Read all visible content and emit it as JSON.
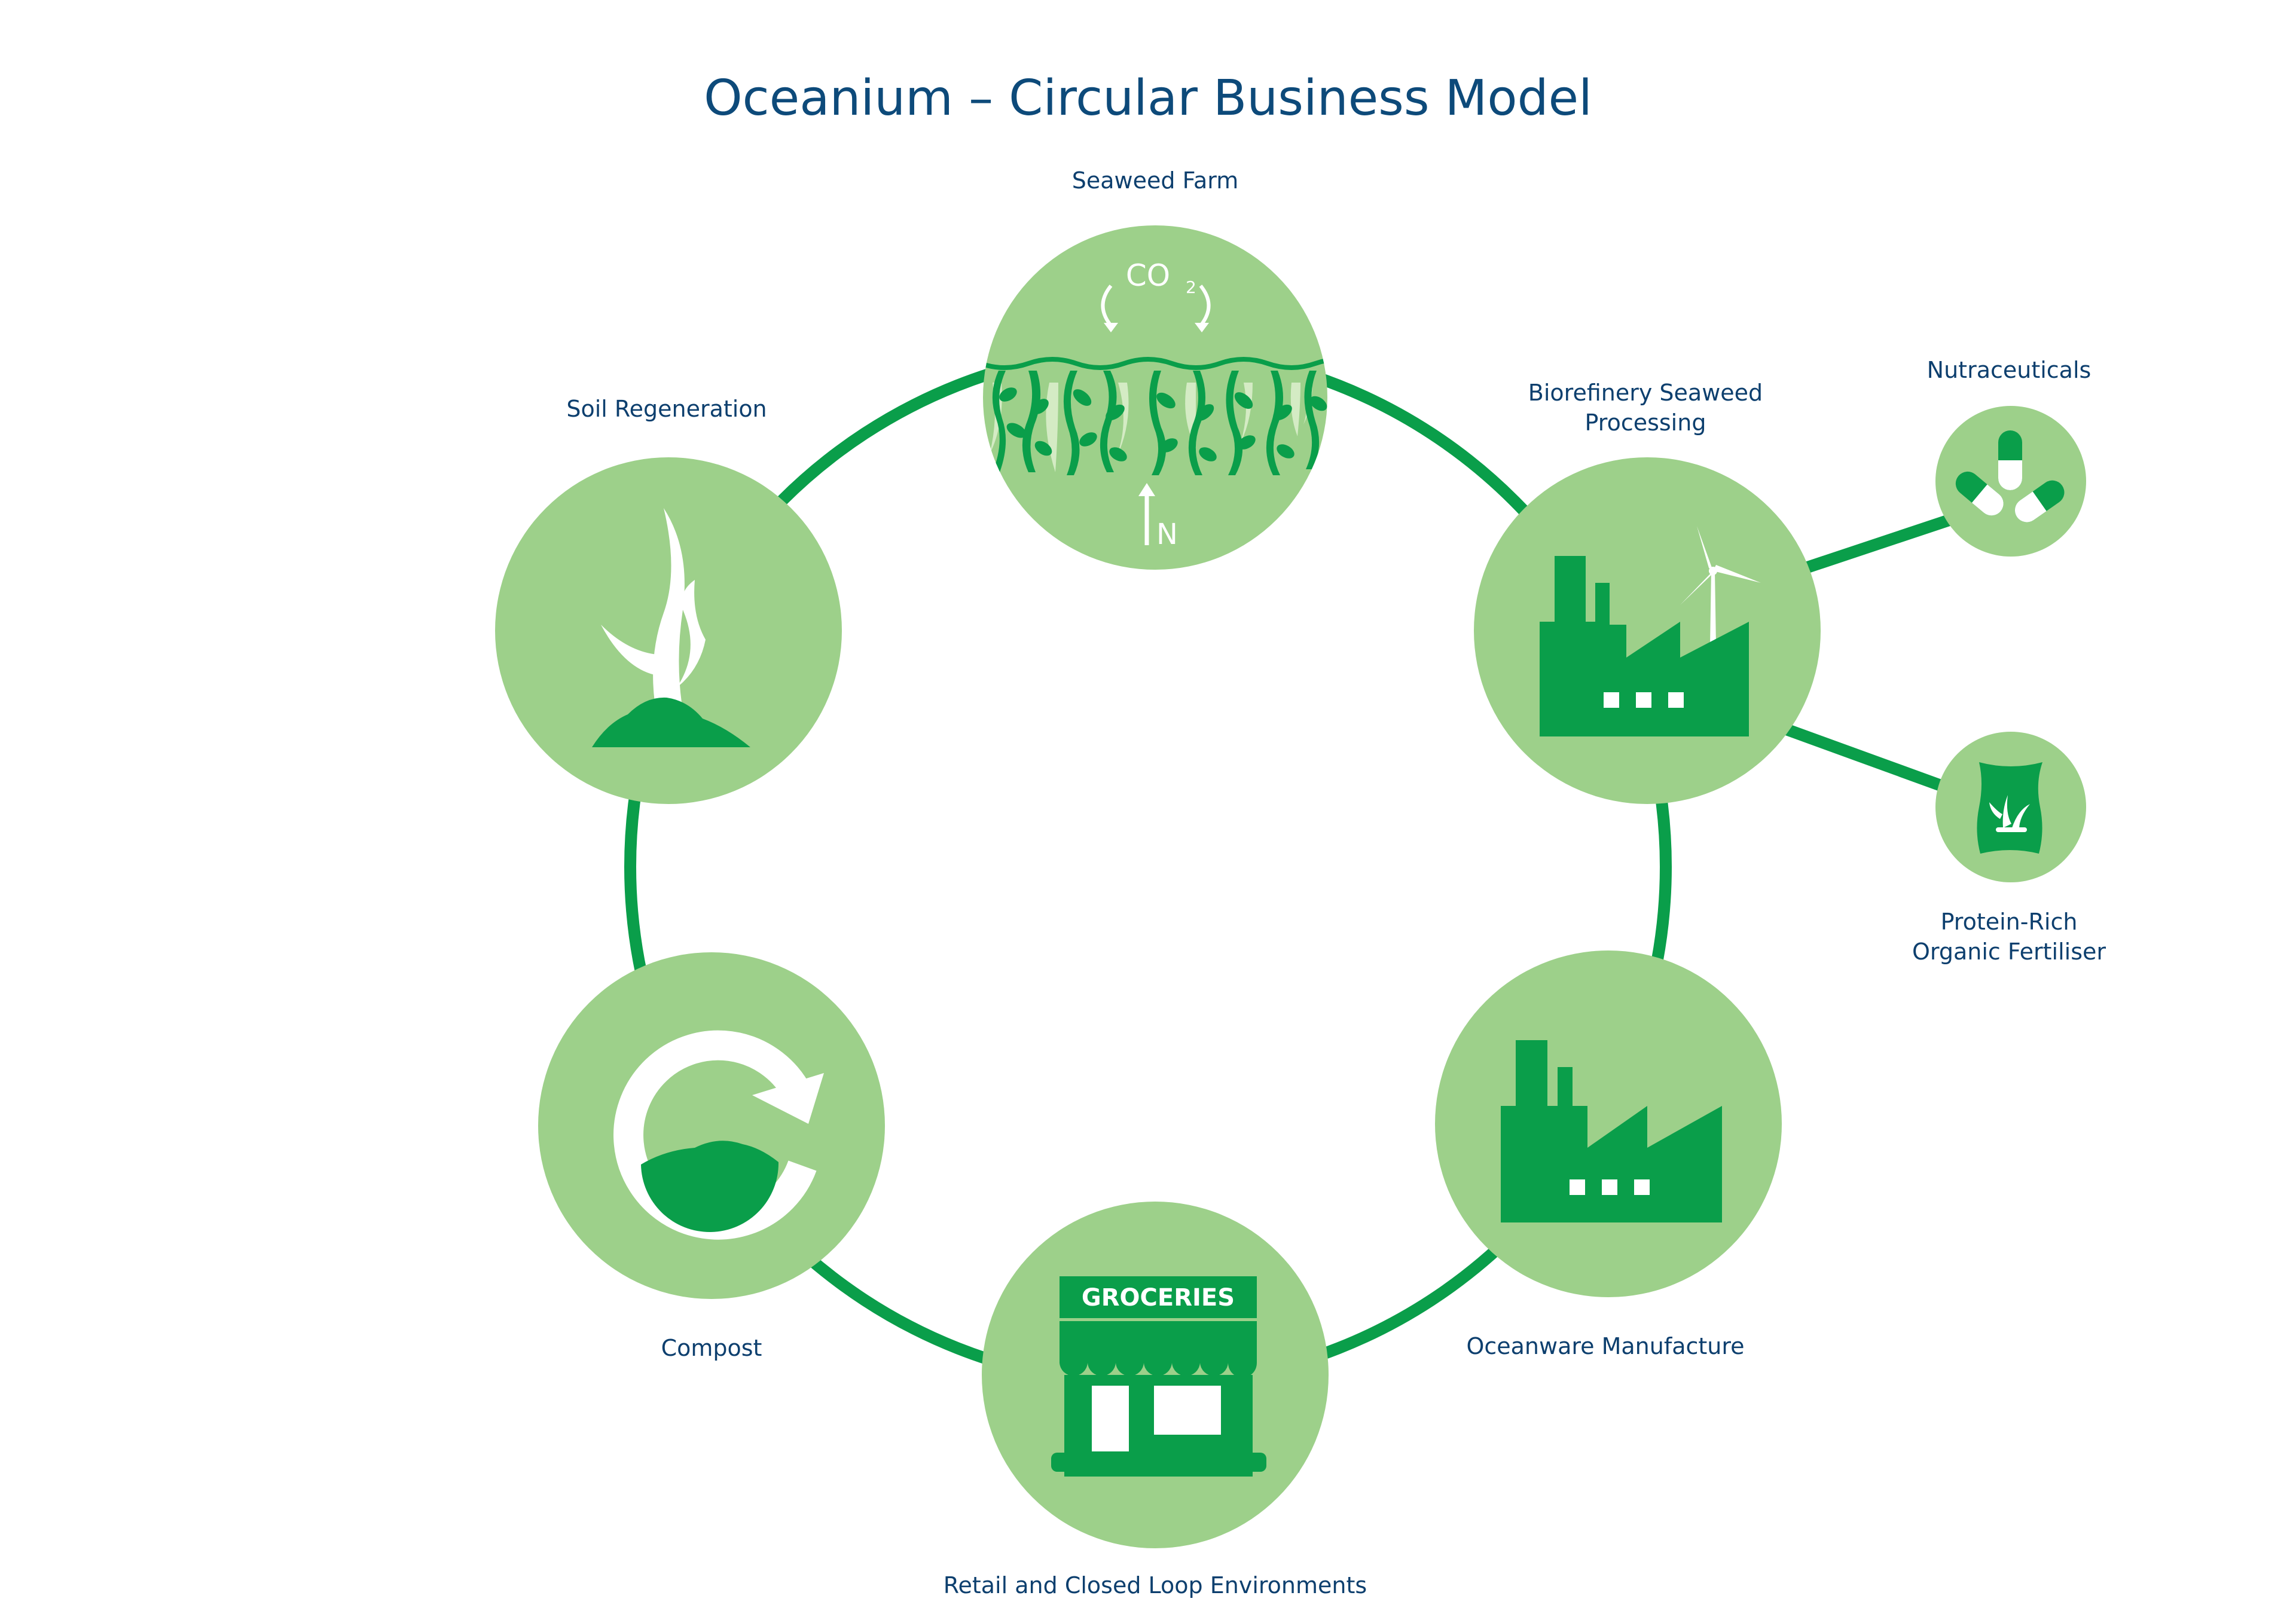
{
  "title": "Oceanium – Circular Business Model",
  "colors": {
    "ring": "#0a9e4a",
    "node_fill": "#9dd08a",
    "icon_dark": "#0a9e4a",
    "icon_light": "#ffffff",
    "text": "#0d3f6e"
  },
  "nodes": {
    "seaweed_farm": {
      "label": "Seaweed Farm",
      "icon": "seaweed-farm-icon",
      "co2_label": "CO",
      "co2_sub": "2",
      "n_label": "N"
    },
    "biorefinery": {
      "label_line1": "Biorefinery Seaweed",
      "label_line2": "Processing",
      "icon": "factory-wind-turbine-icon"
    },
    "nutraceuticals": {
      "label": "Nutraceuticals",
      "icon": "capsules-icon"
    },
    "fertiliser": {
      "label_line1": "Protein-Rich",
      "label_line2": "Organic Fertiliser",
      "icon": "fertiliser-bag-icon"
    },
    "oceanware": {
      "label": "Oceanware Manufacture",
      "icon": "factory-icon"
    },
    "retail": {
      "label": "Retail and Closed Loop Environments",
      "icon": "grocery-store-icon",
      "sign_text": "GROCERIES"
    },
    "compost": {
      "label": "Compost",
      "icon": "compost-cycle-icon"
    },
    "soil": {
      "label": "Soil Regeneration",
      "icon": "sprouting-soil-icon"
    }
  }
}
